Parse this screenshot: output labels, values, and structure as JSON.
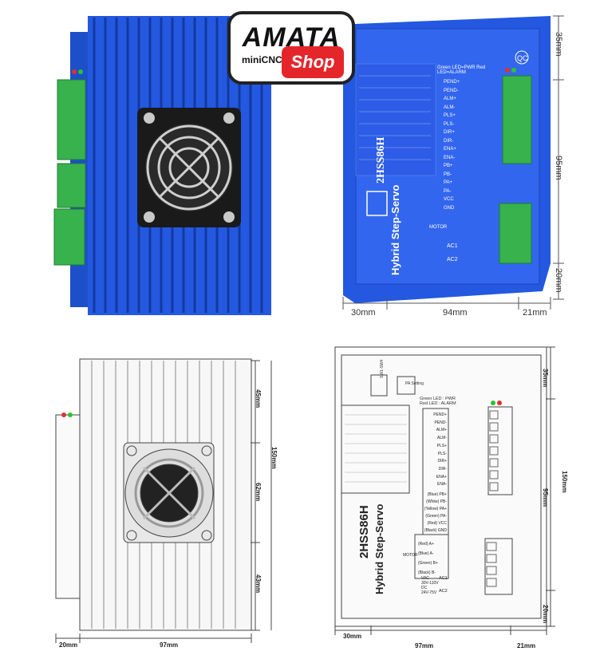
{
  "logo": {
    "main": "AMATA",
    "sub": "miniCNC",
    "shop": "Shop"
  },
  "photo_right": {
    "model": "2HSS86H",
    "subtitle": "Hybrid Step-Servo",
    "qc": "QC",
    "led_label": "Green LED=PWR  Red LED=ALARM",
    "terminals": [
      "PEND+",
      "PEND-",
      "ALM+",
      "ALM-",
      "PLS+",
      "PLS-",
      "DIR+",
      "DIR-",
      "ENA+",
      "ENA-",
      "PB+",
      "PB-",
      "PA+",
      "PA-",
      "VCC",
      "GND"
    ],
    "motor_label": "MOTOR",
    "ac": [
      "AC1",
      "AC2"
    ]
  },
  "photo_dims": {
    "d35": "35mm",
    "d95": "95mm",
    "d20": "20mm",
    "d30": "30mm",
    "d94": "94mm",
    "d21": "21mm"
  },
  "drawing_left": {
    "d45": "45mm",
    "d150": "150mm",
    "d62": "62mm",
    "d43": "43mm",
    "d20": "20mm",
    "d97": "97mm"
  },
  "drawing_right": {
    "model": "2HSS86H",
    "subtitle": "Hybrid Step-Servo",
    "led_label": "Green LED : PWR",
    "led_label2": "Red LED : ALARM",
    "sw_label": "SW1-SW4",
    "pa_label": "PA Setting",
    "terminals": [
      "PEND+",
      "PEND-",
      "ALM+",
      "ALM-",
      "PLS+",
      "PLS-",
      "DIR+",
      "DIR-",
      "ENA+",
      "ENA-",
      "(Blue) PB+",
      "(White) PB-",
      "(Yellow) PA+",
      "(Green) PA-",
      "(Red) VCC",
      "(Black) GND"
    ],
    "motor_terms": [
      "(Red) A+",
      "(Blue) A-",
      "(Green) B+",
      "(Black) B-"
    ],
    "motor_label": "MOTOR",
    "vac": "VAC",
    "vac1": "30V-110V",
    "vac2": "DC",
    "vac3": "24V-75V",
    "ac": [
      "AC1",
      "AC2"
    ],
    "d35": "35mm",
    "d150": "150mm",
    "d95": "95mm",
    "d20": "20mm",
    "d30": "30mm",
    "d97": "97mm",
    "d21": "21mm"
  }
}
